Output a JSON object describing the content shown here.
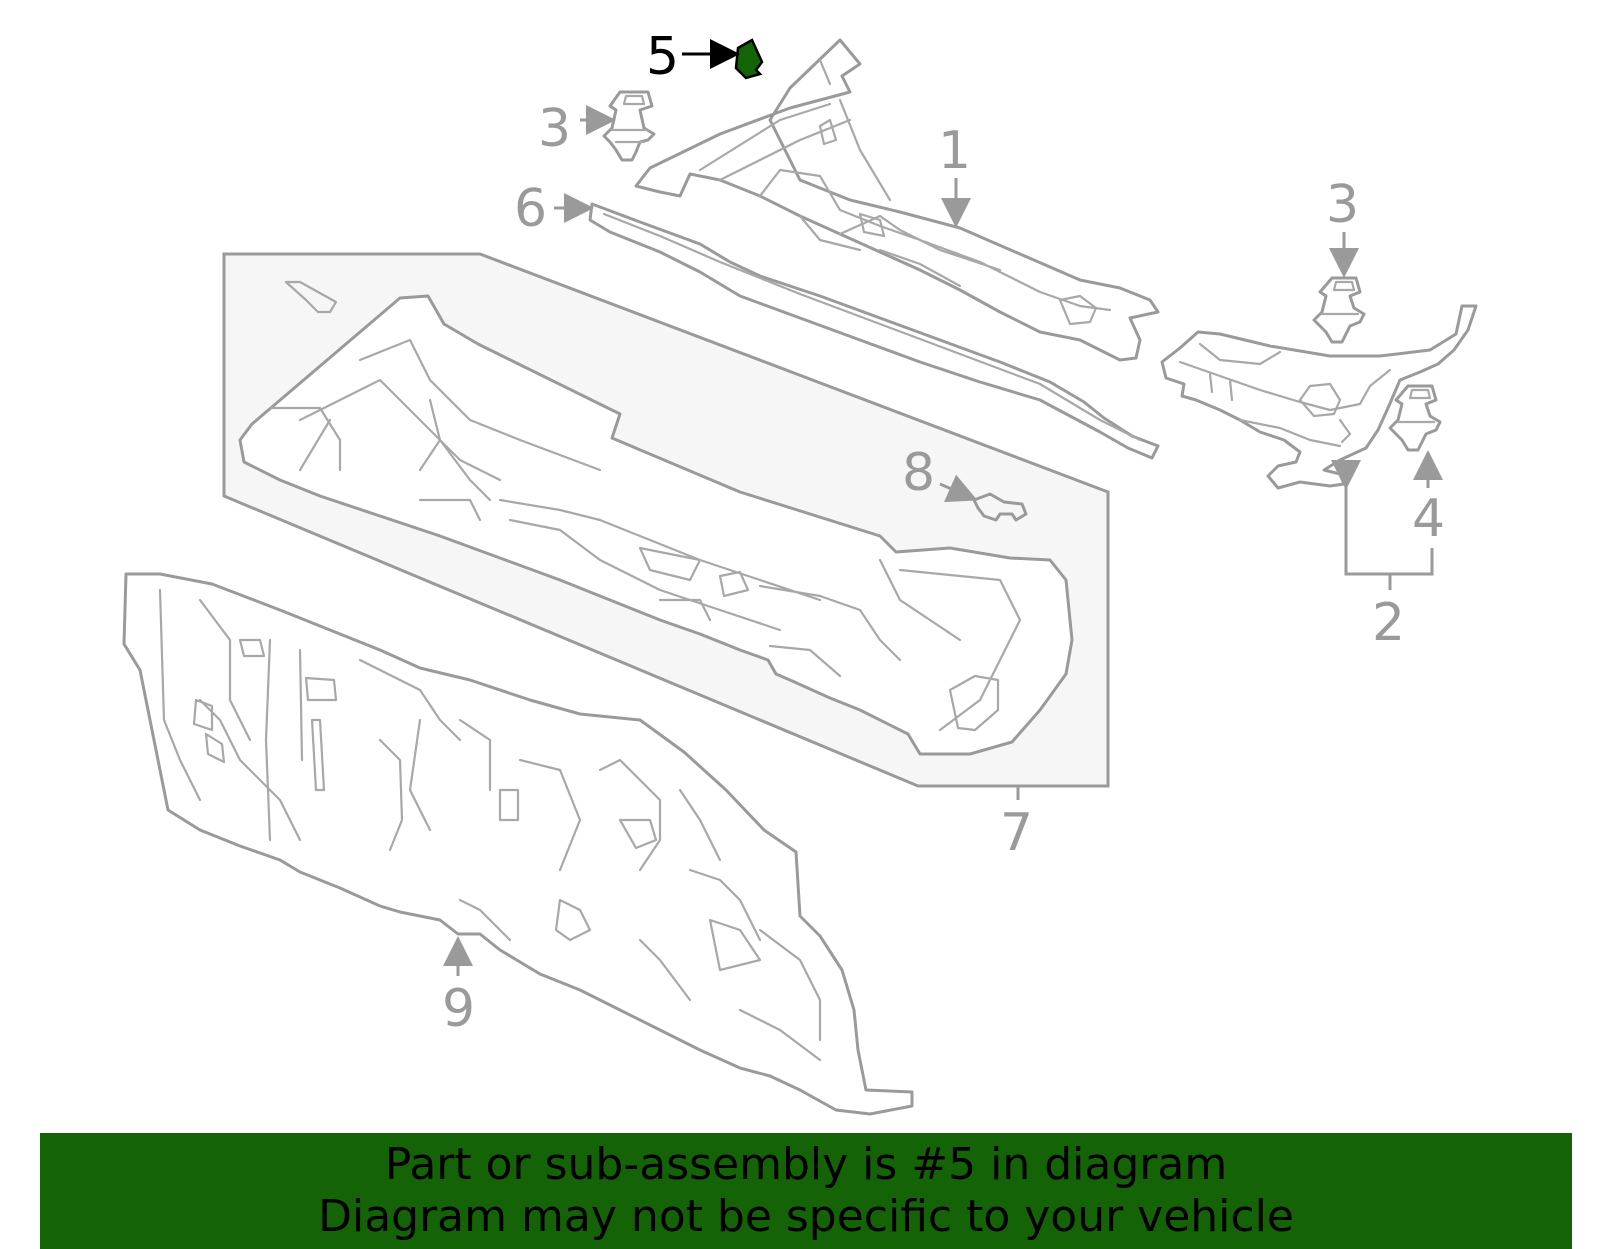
{
  "callouts": {
    "c1": "1",
    "c2": "2",
    "c3a": "3",
    "c3b": "3",
    "c4": "4",
    "c5": "5",
    "c6": "6",
    "c7": "7",
    "c8": "8",
    "c9": "9"
  },
  "banner": {
    "line1": "Part or sub-assembly is #5 in diagram",
    "line2": "Diagram may not be specific to your vehicle"
  },
  "colors": {
    "highlight_part": "#156307",
    "banner_background": "#156307",
    "line_art": "#9a9a9a"
  }
}
